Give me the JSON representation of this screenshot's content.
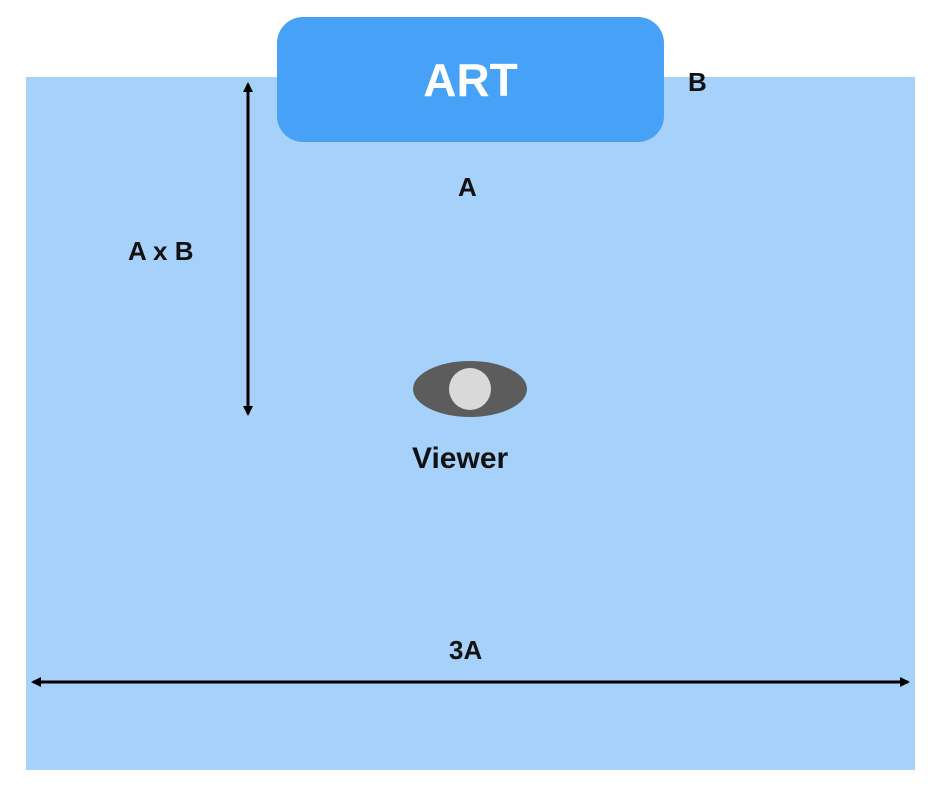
{
  "diagram": {
    "art_label": "ART",
    "width_label": "B",
    "height_label": "A",
    "distance_label": "A x B",
    "room_width_label": "3A",
    "viewer_label": "Viewer"
  },
  "colors": {
    "room": "#a6d1fb",
    "art": "#47a2f7",
    "art_text": "#ffffff",
    "arrows": "#000000",
    "viewer_outer": "#5c5c5c",
    "viewer_inner": "#d9d9d9"
  },
  "icons": {
    "viewer": "eye-icon"
  }
}
